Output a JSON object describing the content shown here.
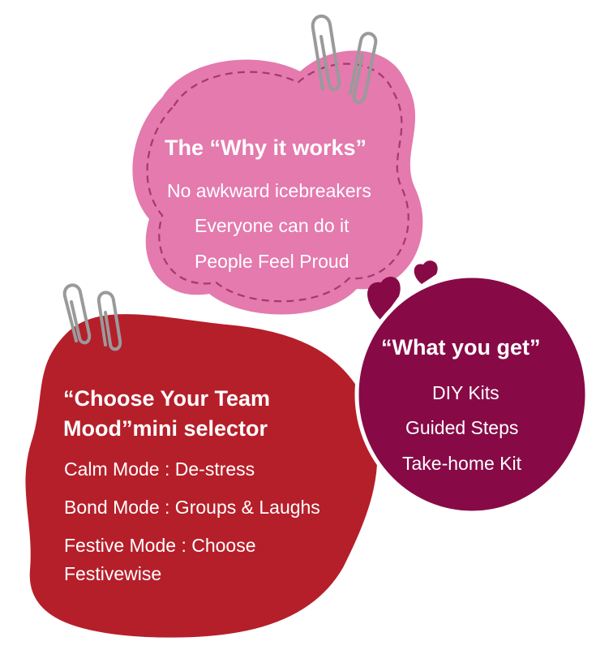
{
  "colors": {
    "pink": "#e47aae",
    "pink_dash": "#a8386f",
    "red": "#b51f2a",
    "maroon": "#870a47",
    "clip": "#9a9a9a"
  },
  "why": {
    "title": "The “Why it works”",
    "items": [
      "No awkward icebreakers",
      "Everyone can do it",
      "People Feel Proud"
    ]
  },
  "get": {
    "title": "“What you get”",
    "items": [
      "DIY Kits",
      "Guided Steps",
      "Take-home Kit"
    ]
  },
  "mood": {
    "title_line1": "“Choose Your Team",
    "title_line2": "Mood”mini selector",
    "items": [
      "Calm Mode : De-stress",
      "Bond Mode :  Groups & Laughs",
      "Festive Mode : Choose",
      "Festivewise"
    ]
  }
}
